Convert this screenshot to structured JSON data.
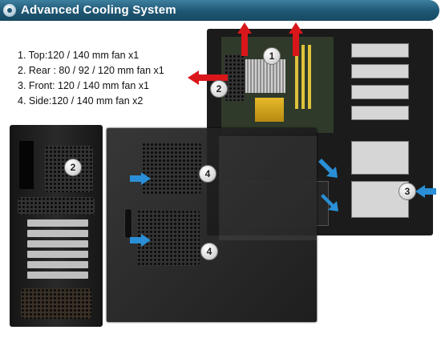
{
  "header": {
    "title": "Advanced Cooling System",
    "icon": "bullet-circle-icon"
  },
  "specs": [
    "1. Top:120 / 140 mm fan x1",
    "2. Rear : 80 / 92  / 120  mm fan x1",
    "3. Front: 120 / 140 mm fan x1",
    "4. Side:120 / 140 mm fan x2"
  ],
  "callouts": {
    "top": "1",
    "rear_interior": "2",
    "rear_back": "2",
    "front": "3",
    "side_upper": "4",
    "side_lower": "4"
  },
  "colors": {
    "header_bar": "#1e5673",
    "exhaust_arrow": "#d9161a",
    "intake_arrow": "#2a8fd6"
  }
}
